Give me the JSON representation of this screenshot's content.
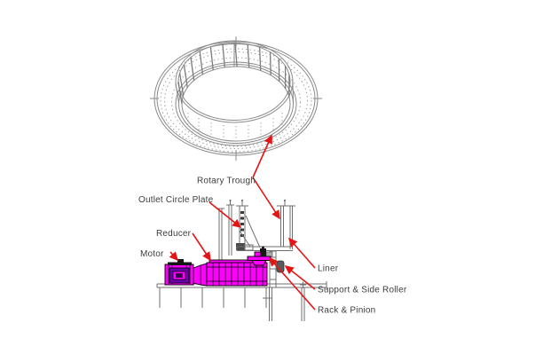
{
  "diagram": {
    "type": "engineering-cad-diagram",
    "subject": "rotary trough drive mechanism",
    "views": {
      "top": "isometric view of rotary trough ring",
      "bottom": "side elevation of drive unit"
    },
    "labels": {
      "rotary_trough": "Rotary Trough",
      "outlet_circle_plate": "Outlet Circle Plate",
      "reducer": "Reducer",
      "motor": "Motor",
      "liner": "Liner",
      "support_side_roller": "Support & Side Roller",
      "rack_pinion": "Rack & Pinion"
    },
    "colors": {
      "highlight_magenta": "#ff00ff",
      "arrow_red": "#e41414",
      "line_gray": "#8a8a8a",
      "text_color": "#3c3c3c",
      "background": "#ffffff"
    }
  }
}
